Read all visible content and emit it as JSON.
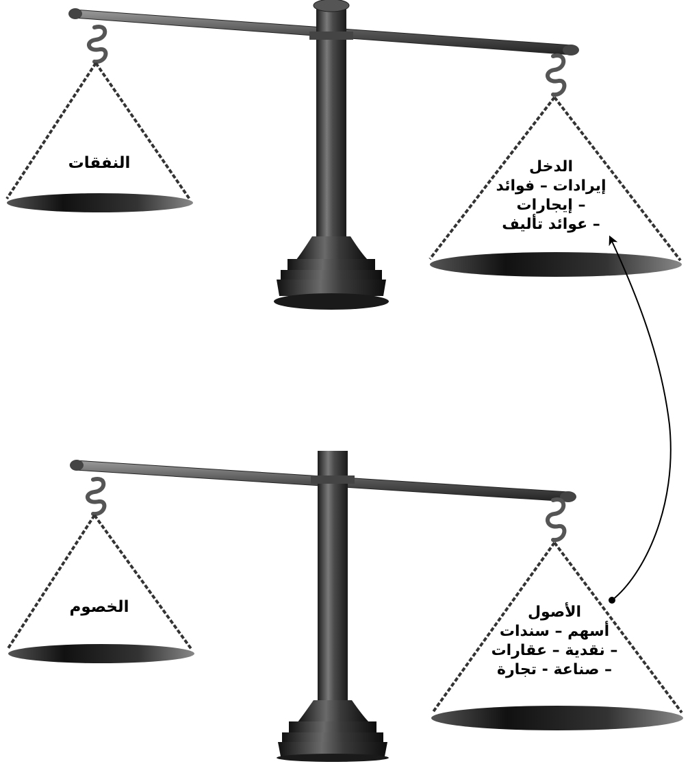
{
  "top_scale": {
    "left_pan": {
      "label": "النفقات"
    },
    "right_pan": {
      "lines": [
        "الدخل",
        "إيرادات – فوائد",
        "– إيجارات",
        "– عوائد  تأليف"
      ]
    }
  },
  "bottom_scale": {
    "left_pan": {
      "label": "الخصوم"
    },
    "right_pan": {
      "lines": [
        "الأصول",
        "أسهم – سندات",
        "– نقدية – عقارات",
        "–  صناعة - تجارة"
      ]
    }
  },
  "colors": {
    "metal_dark": "#2a2a2a",
    "metal_mid": "#5a5a5a",
    "metal_light": "#9a9a9a",
    "chain": "#333333",
    "arrow": "#000000"
  }
}
